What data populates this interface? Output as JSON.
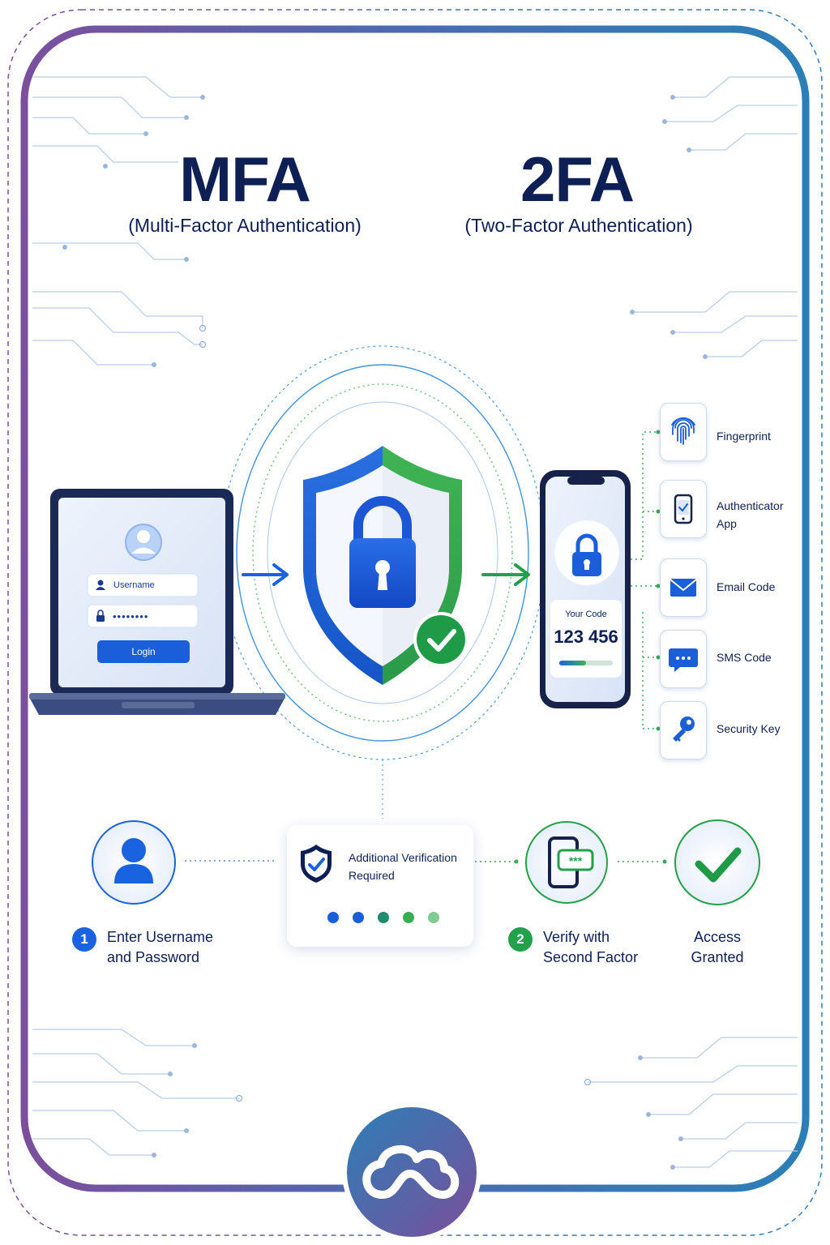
{
  "mfa": {
    "title": "MFA",
    "subtitle": "(Multi-Factor Authentication)"
  },
  "twofa": {
    "title": "2FA",
    "subtitle": "(Two-Factor Authentication)"
  },
  "login": {
    "username_placeholder": "Username",
    "password_mask": "••••••••",
    "button_label": "Login"
  },
  "phone": {
    "code_label": "Your Code",
    "code_value": "123 456",
    "progress": 0.5
  },
  "factors": [
    {
      "label": "Fingerprint",
      "icon": "fingerprint-icon"
    },
    {
      "label": "Authenticator App",
      "icon": "authenticator-app-icon"
    },
    {
      "label": "Email Code",
      "icon": "envelope-icon"
    },
    {
      "label": "SMS Code",
      "icon": "chat-bubble-icon"
    },
    {
      "label": "Security Key",
      "icon": "key-icon"
    }
  ],
  "verification": {
    "line1": "Additional Verification",
    "line2": "Required"
  },
  "steps": {
    "step1": {
      "number": "1",
      "line1": "Enter Username",
      "line2": "and Password"
    },
    "step2": {
      "number": "2",
      "line1": "Verify with",
      "line2": "Second Factor"
    },
    "step3": {
      "line1": "Access",
      "line2": "Granted"
    }
  },
  "colors": {
    "navy": "#0d1f55",
    "blue": "#1a63e0",
    "green": "#22a04a",
    "purple": "#7a4f9c",
    "teal": "#2b7bb4"
  }
}
